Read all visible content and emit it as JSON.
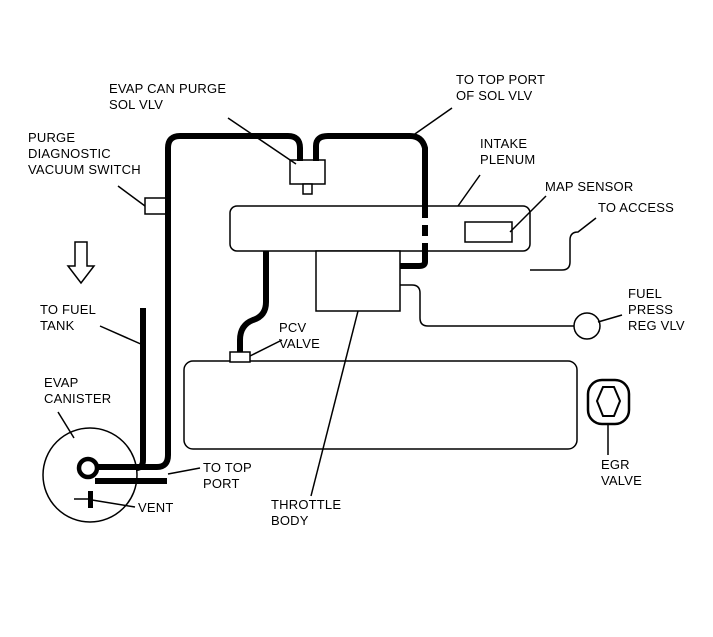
{
  "labels": {
    "evap_can_purge_sol_vlv": [
      "EVAP CAN PURGE",
      "SOL VLV"
    ],
    "to_top_port_of_sol_vlv": [
      "TO TOP PORT",
      "OF SOL VLV"
    ],
    "purge_diagnostic_vacuum_switch": [
      "PURGE",
      "DIAGNOSTIC",
      "VACUUM SWITCH"
    ],
    "intake_plenum": [
      "INTAKE",
      "PLENUM"
    ],
    "map_sensor": [
      "MAP SENSOR"
    ],
    "to_access": [
      "TO ACCESS"
    ],
    "to_fuel_tank": [
      "TO FUEL",
      "TANK"
    ],
    "fuel_press_reg_vlv": [
      "FUEL",
      "PRESS",
      "REG VLV"
    ],
    "pcv_valve": [
      "PCV",
      "VALVE"
    ],
    "evap_canister": [
      "EVAP",
      "CANISTER"
    ],
    "egr_valve": [
      "EGR",
      "VALVE"
    ],
    "to_top_port": [
      "TO TOP",
      "PORT"
    ],
    "vent": [
      "VENT"
    ],
    "throttle_body": [
      "THROTTLE",
      "BODY"
    ]
  },
  "colors": {
    "line": "#000000",
    "background": "#ffffff"
  }
}
